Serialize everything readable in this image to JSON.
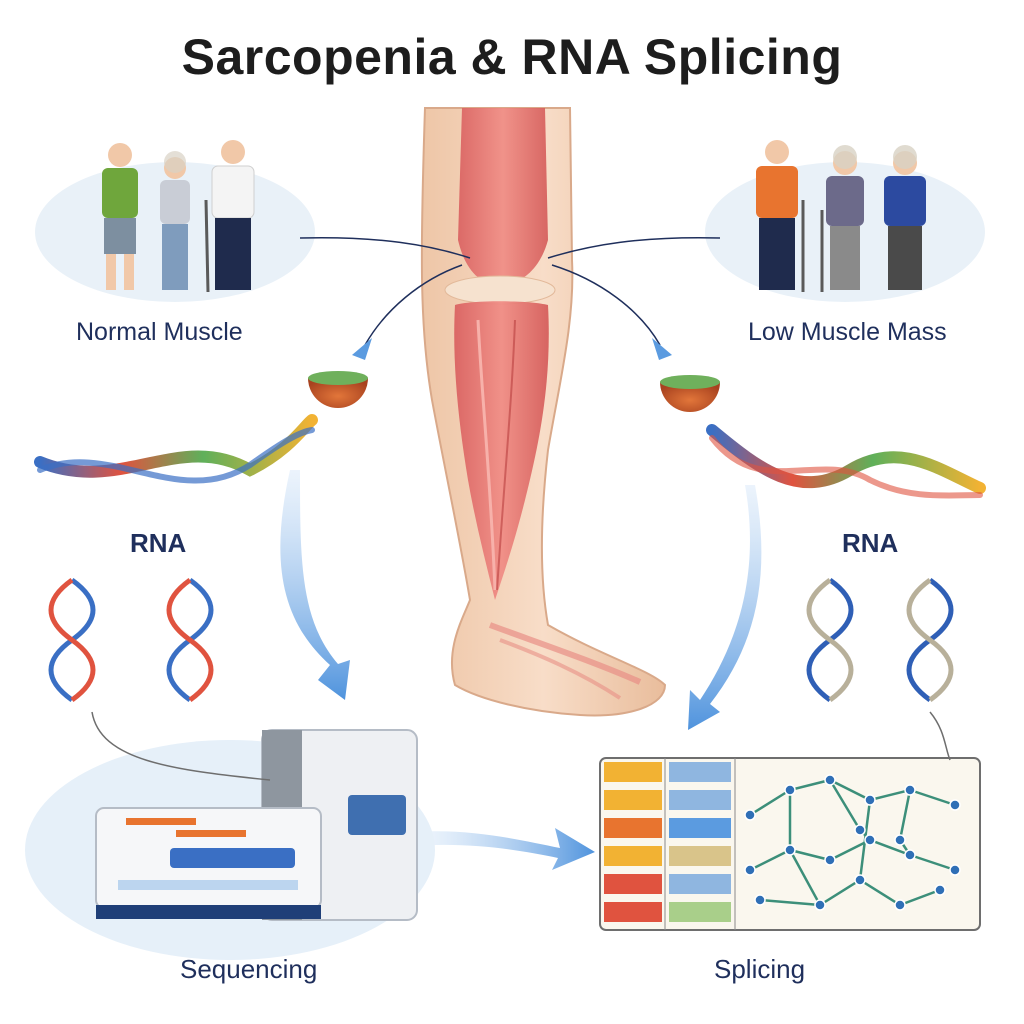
{
  "title": "Sarcopenia & RNA Splicing",
  "labels": {
    "normal_muscle": "Normal Muscle",
    "low_muscle_mass": "Low Muscle Mass",
    "rna_left": "RNA",
    "rna_right": "RNA",
    "sequencing": "Sequencing",
    "splicing": "Splicing"
  },
  "colors": {
    "muscle": "#e57373",
    "skin": "#f3d2b8",
    "arrow": "#5b9be0",
    "label": "#1f2f5c",
    "oval_bg": "#e9f1f8"
  }
}
